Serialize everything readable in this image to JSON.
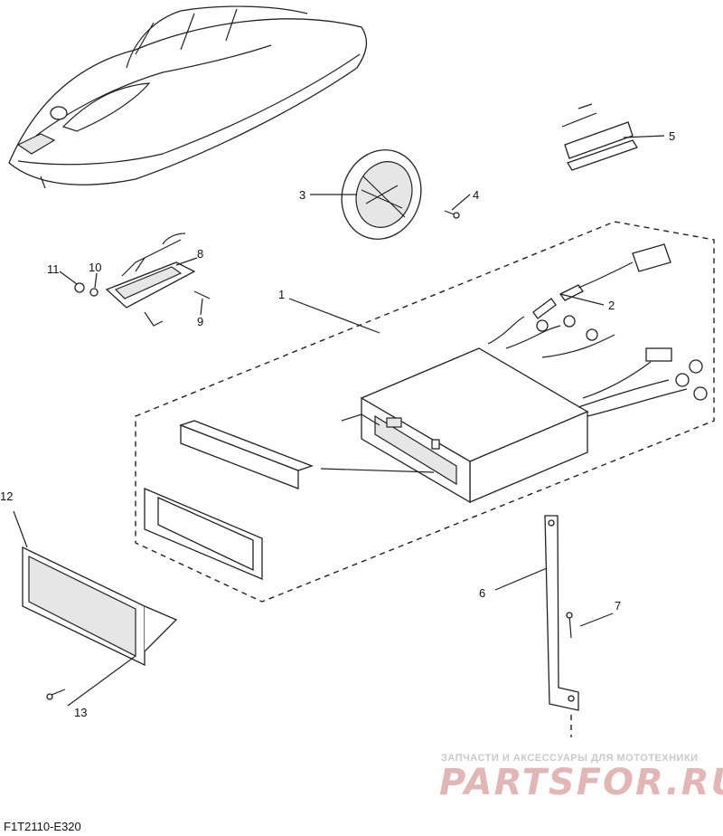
{
  "diagram": {
    "callouts": [
      "1",
      "2",
      "3",
      "4",
      "5",
      "6",
      "7",
      "8",
      "9",
      "10",
      "11",
      "12",
      "13"
    ],
    "caption": "F1T2110-E320",
    "watermark": {
      "line1": "ЗАПЧАСТИ И АКСЕССУАРЫ ДЛЯ МОТОТЕХНИКИ",
      "line2": "PARTSFOR.RU"
    }
  }
}
